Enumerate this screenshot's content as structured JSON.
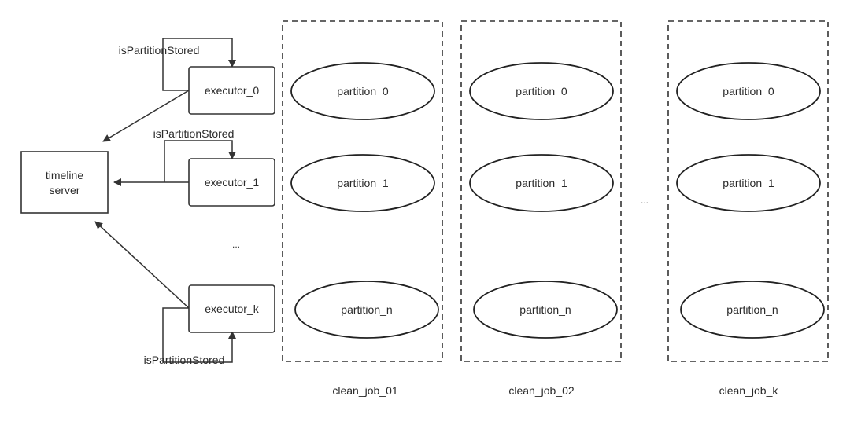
{
  "server": {
    "label_line1": "timeline",
    "label_line2": "server"
  },
  "executors": [
    {
      "label": "executor_0",
      "call_label": "isPartitionStored"
    },
    {
      "label": "executor_1",
      "call_label": "isPartitionStored"
    },
    {
      "label": "executor_k",
      "call_label": "isPartitionStored"
    }
  ],
  "executor_ellipsis": "...",
  "jobs": [
    {
      "label": "clean_job_01",
      "partitions": [
        "partition_0",
        "partition_1",
        "partition_n"
      ]
    },
    {
      "label": "clean_job_02",
      "partitions": [
        "partition_0",
        "partition_1",
        "partition_n"
      ]
    },
    {
      "label": "clean_job_k",
      "partitions": [
        "partition_0",
        "partition_1",
        "partition_n"
      ]
    }
  ],
  "jobs_ellipsis": "...",
  "colors": {
    "stroke": "#333333",
    "background": "#ffffff"
  }
}
